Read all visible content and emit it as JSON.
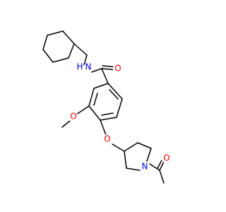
{
  "molecule": {
    "atoms": {
      "o_carbonyl": {
        "label": "O",
        "color": "#ff0000"
      },
      "nh": {
        "label": "N",
        "color": "#0000ff"
      },
      "h_amide": {
        "label": "H",
        "color": "#0000ff"
      },
      "o_methoxy": {
        "label": "O",
        "color": "#ff0000"
      },
      "o_ether": {
        "label": "O",
        "color": "#ff0000"
      },
      "n_piperidine": {
        "label": "N",
        "color": "#0000ff"
      },
      "o_acetyl": {
        "label": "O",
        "color": "#ff0000"
      }
    },
    "bond_color": "#000000",
    "background": "#ffffff"
  }
}
